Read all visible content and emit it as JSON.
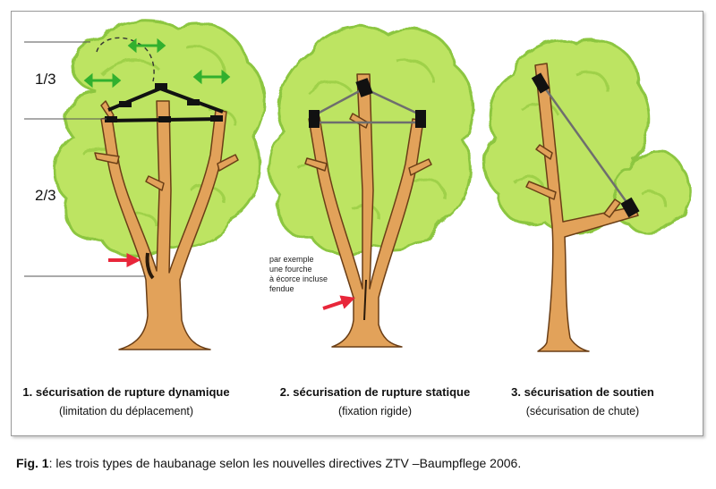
{
  "zones": {
    "upper": "1/3",
    "lower": "2/3"
  },
  "note_lines": [
    "par exemple",
    "une fourche",
    "à écorce incluse",
    "fendue"
  ],
  "panels": [
    {
      "title": "1. sécurisation de rupture dynamique",
      "subtitle": "(limitation du déplacement)"
    },
    {
      "title": "2. sécurisation de rupture statique",
      "subtitle": "(fixation rigide)"
    },
    {
      "title": "3. sécurisation de soutien",
      "subtitle": "(sécurisation de chute)"
    }
  ],
  "figure_caption": {
    "label": "Fig. 1",
    "text": ": les trois types de haubanage selon les nouvelles directives ZTV –Baumpflege 2006."
  },
  "colors": {
    "foliage": "#bde462",
    "foliage_dark": "#8cc63f",
    "trunk": "#e2a25a",
    "trunk_outline": "#6a3e16",
    "cable": "#2b2b2b",
    "arrow_green": "#31b02e",
    "arrow_red": "#e8263a"
  }
}
